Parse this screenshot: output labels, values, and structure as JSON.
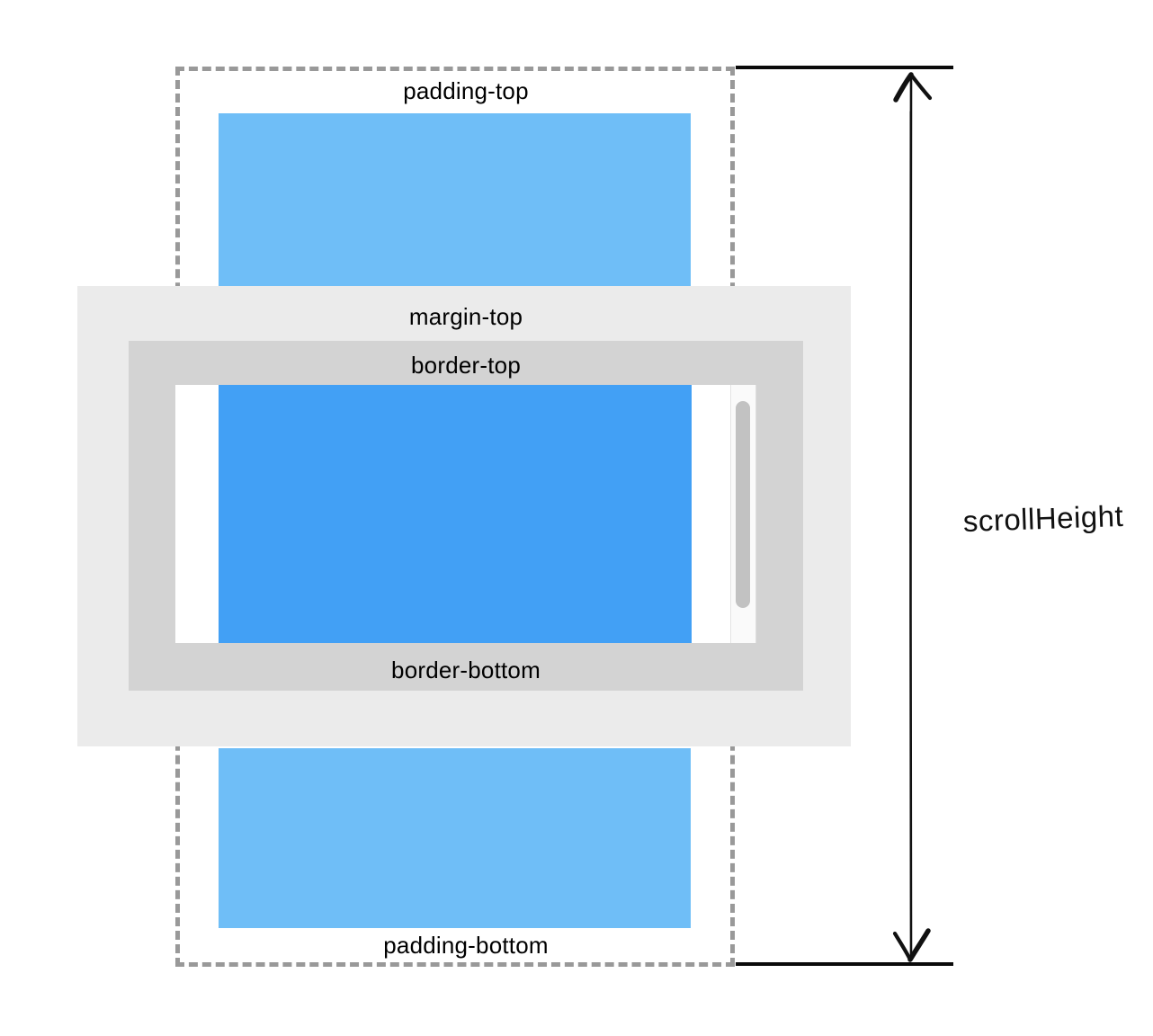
{
  "diagram": {
    "title_concept": "scrollHeight",
    "labels": {
      "padding_top": "padding-top",
      "margin_top": "margin-top",
      "border_top": "border-top",
      "border_bottom": "border-bottom",
      "padding_bottom": "padding-bottom",
      "scroll_height": "scrollHeight"
    },
    "icons": {
      "arrow": "double-headed-vertical-arrow-icon"
    },
    "colors": {
      "overflow_content_blue": "#6FBEF7",
      "visible_content_blue": "#42A0F5",
      "margin_gray": "#EBEBEB",
      "border_gray": "#D3D3D3",
      "padding_outline_dash_gray": "#999999",
      "viewport_white": "#FFFFFF",
      "scrollbar_track": "#FAFAFA",
      "scrollbar_thumb": "#C2C2C2",
      "annotation_black": "#111111"
    }
  }
}
